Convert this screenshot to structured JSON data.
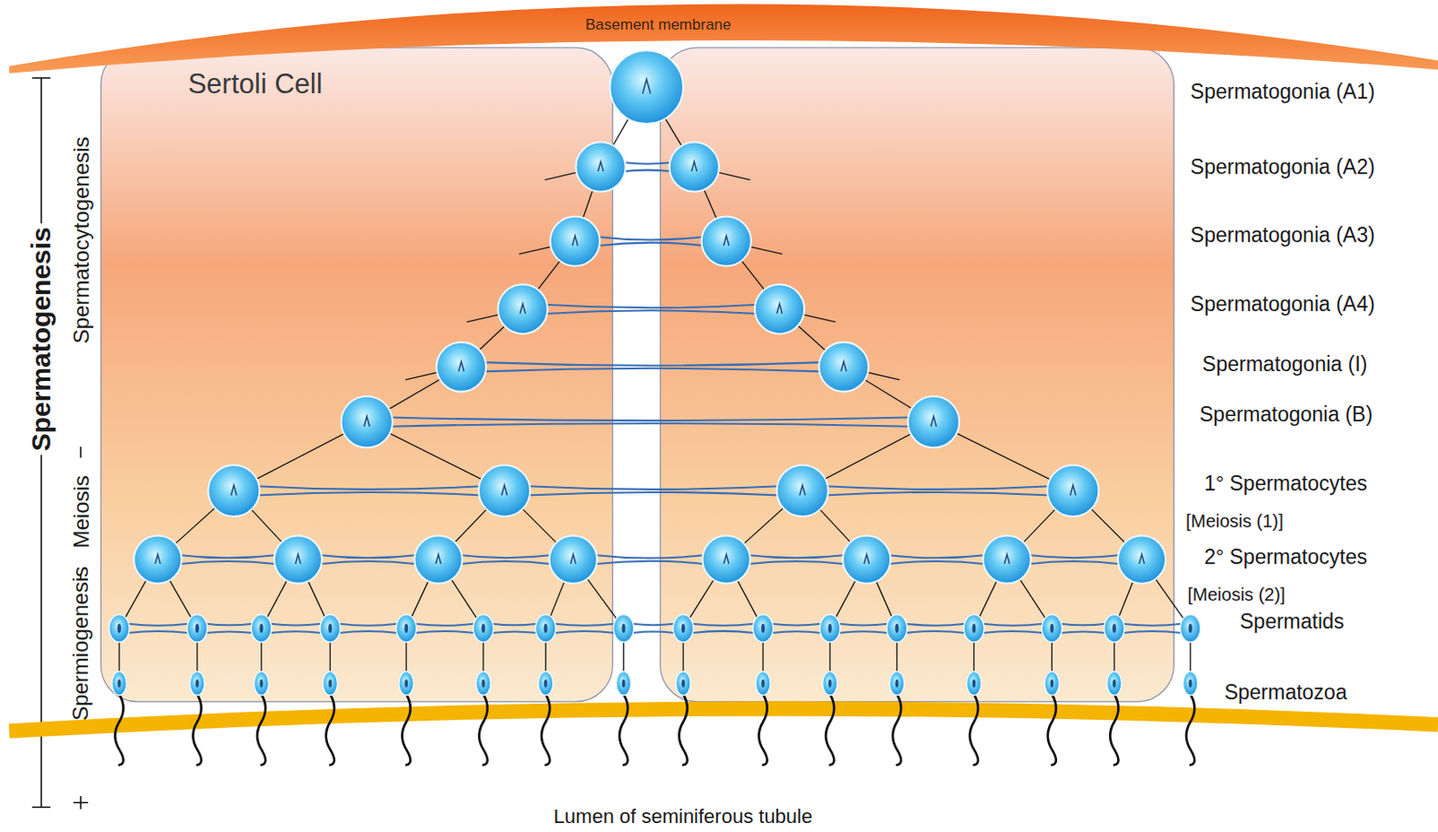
{
  "diagram": {
    "nodes": [
      {
        "text": [
          "Basement membrane"
        ]
      },
      {
        "text": [
          "Sertoli Cell"
        ]
      }
    ],
    "labels": [
      "Spermatogonia (A1)",
      "Spermatogonia (A2)",
      "Spermatogonia (A3)",
      "Spermatogonia (A4)",
      "Spermatogonia (I)",
      "Spermatogonia (B)",
      "1° Spermatocytes",
      "[Meiosis (1)]",
      "2° Spermatocytes",
      "[Meiosis (2)]",
      "Spermatids",
      "Spermatozoa",
      "Spermatogenesis",
      "Spermatocytogenesis",
      "Meiosis",
      "Spermiogenesis",
      "Lumen of seminiferous tubule"
    ]
  }
}
